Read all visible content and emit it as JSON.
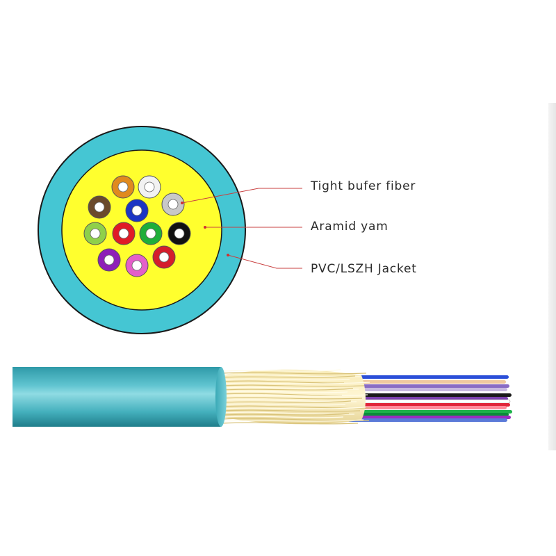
{
  "labels": [
    {
      "text": "Tight bufer fiber"
    },
    {
      "text": "Aramid yam"
    },
    {
      "text": "PVC/LSZH Jacket"
    }
  ],
  "colors": {
    "jacket": "#45c6d3",
    "aramid": "#ffff2e",
    "leader_line": "#c94040",
    "cable_sheath": "#4fb6c2",
    "fibers": [
      "#e08a1e",
      "#f2f2f2",
      "#6b4a2b",
      "#1c35c4",
      "#c8c8c8",
      "#8fd04a",
      "#e01b26",
      "#1fae3a",
      "#111111",
      "#8e1fb8",
      "#e45fc8",
      "#d41e2c"
    ]
  },
  "icons": [
    "cable-cross-section-icon",
    "fiber-cable-side-view-icon"
  ]
}
